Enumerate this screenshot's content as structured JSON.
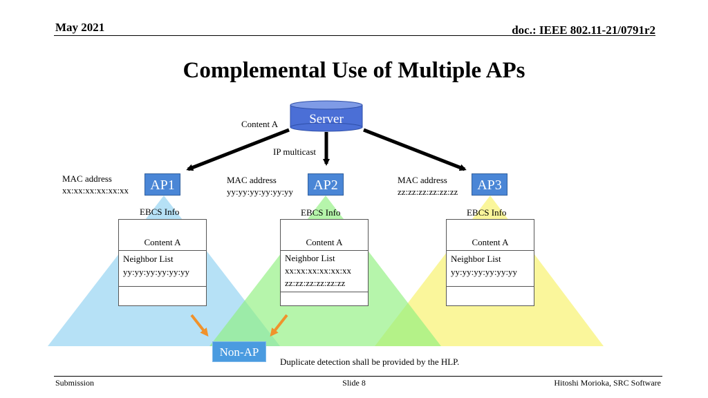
{
  "header": {
    "date": "May 2021",
    "doc": "doc.: IEEE 802.11-21/0791r2"
  },
  "title": "Complemental Use of Multiple APs",
  "server": {
    "label": "Server",
    "content_label": "Content A",
    "link_label": "IP multicast"
  },
  "aps": [
    {
      "label": "AP1",
      "mac_title": "MAC address",
      "mac": "xx:xx:xx:xx:xx:xx",
      "ebcs_label": "EBCS Info",
      "content": "Content A",
      "neighbor_title": "Neighbor List",
      "neighbors": [
        "yy:yy:yy:yy:yy:yy",
        ""
      ]
    },
    {
      "label": "AP2",
      "mac_title": "MAC address",
      "mac": "yy:yy:yy:yy:yy:yy",
      "ebcs_label": "EBCS Info",
      "content": "Content A",
      "neighbor_title": "Neighbor List",
      "neighbors": [
        "xx:xx:xx:xx:xx:xx",
        "zz:zz:zz:zz:zz:zz"
      ]
    },
    {
      "label": "AP3",
      "mac_title": "MAC address",
      "mac": "zz:zz:zz:zz:zz:zz",
      "ebcs_label": "EBCS Info",
      "content": "Content A",
      "neighbor_title": "Neighbor List",
      "neighbors": [
        "yy:yy:yy:yy:yy:yy",
        ""
      ]
    }
  ],
  "non_ap": {
    "label": "Non-AP",
    "note": "Duplicate detection shall be provided by the HLP."
  },
  "footer": {
    "left": "Submission",
    "center": "Slide 8",
    "right": "Hitoshi Morioka, SRC Software"
  },
  "colors": {
    "ap1_coverage": "#a9dcf5",
    "ap2_coverage": "#99f08a",
    "ap3_coverage": "#f9f58a",
    "ap_fill": "#4a86d6",
    "server_fill": "#4b6fd6",
    "arrow_orange": "#f0922b"
  }
}
